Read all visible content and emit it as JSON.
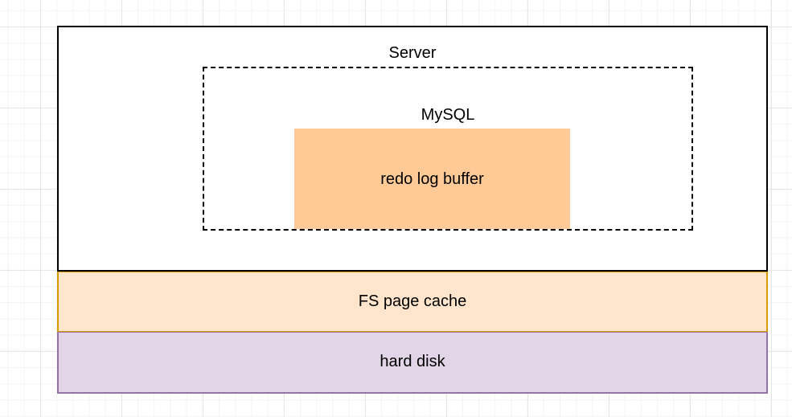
{
  "diagram": {
    "server": {
      "label": "Server",
      "border_color": "#000000",
      "fill": "#ffffff"
    },
    "mysql": {
      "label": "MySQL",
      "border_style": "dashed",
      "border_color": "#000000"
    },
    "redo_log_buffer": {
      "label": "redo log buffer",
      "fill": "#ffca96"
    },
    "fs_page_cache": {
      "label": "FS page cache",
      "fill": "#ffe5cc",
      "border_color": "#d79b00"
    },
    "hard_disk": {
      "label": "hard disk",
      "fill": "#e1d5e7",
      "border_color": "#9673a6"
    }
  }
}
